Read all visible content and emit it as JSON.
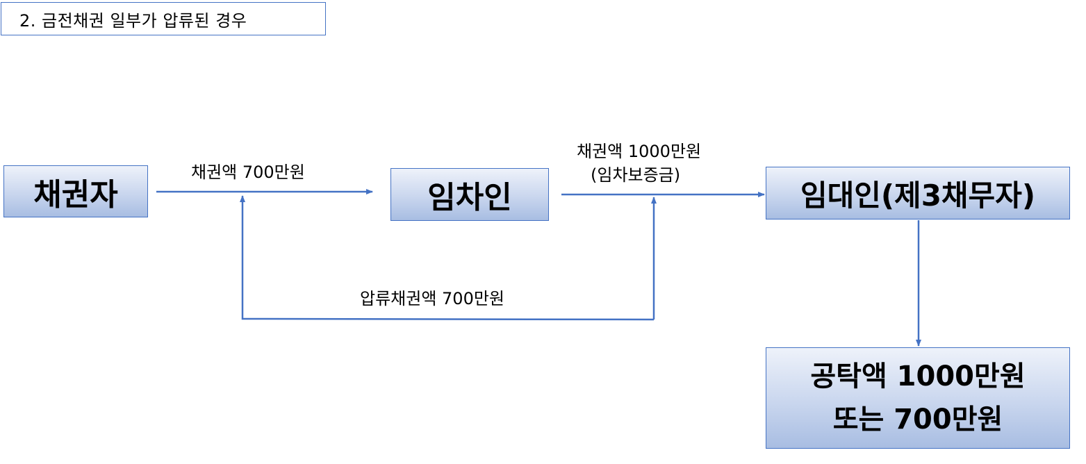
{
  "title": "2. 금전채권 일부가 압류된 경우",
  "nodes": {
    "creditor": "채권자",
    "tenant": "임차인",
    "landlord": "임대인(제3채무자)",
    "deposit_line1": "공탁액 1000만원",
    "deposit_line2": "또는 700만원"
  },
  "edge_labels": {
    "claim": "채권액 700만원",
    "deposit_line1": "채권액 1000만원",
    "deposit_line2": "(임차보증금)",
    "seized": "압류채권액 700만원"
  },
  "colors": {
    "box_border": "#4472c4",
    "edge": "#4472c4",
    "fill_top": "#eef2fa",
    "fill_bottom": "#a8bde2"
  }
}
